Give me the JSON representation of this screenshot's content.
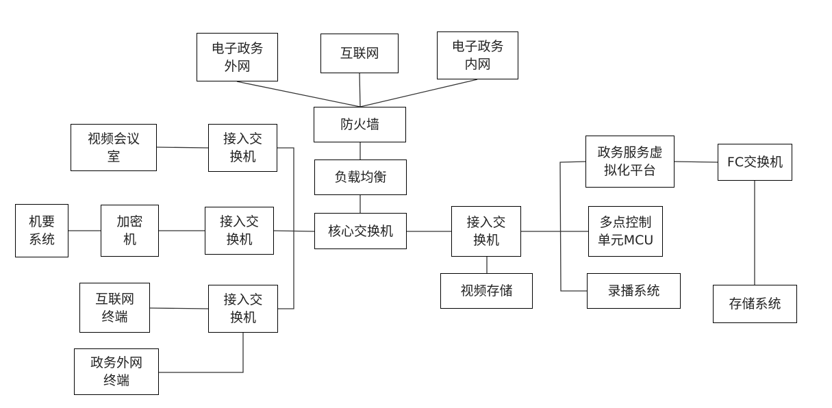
{
  "diagram": {
    "type": "network-topology",
    "nodes": {
      "gov_extranet": "电子政务\n外网",
      "internet": "互联网",
      "gov_intranet": "电子政务\n内网",
      "firewall": "防火墙",
      "load_balancer": "负载均衡",
      "core_switch": "核心交换机",
      "video_conf_room": "视频会议\n室",
      "access_switch_1": "接入交\n换机",
      "confidential_system": "机要\n系统",
      "encryptor": "加密\n机",
      "access_switch_2": "接入交\n换机",
      "internet_terminal": "互联网\n终端",
      "access_switch_3": "接入交\n换机",
      "extranet_terminal": "政务外网\n终端",
      "access_switch_right": "接入交\n换机",
      "video_storage": "视频存储",
      "virtualization_platform": "政务服务虚\n拟化平台",
      "mcu": "多点控制\n单元MCU",
      "recording_system": "录播系统",
      "fc_switch": "FC交换机",
      "storage_system": "存储系统"
    },
    "edges": [
      [
        "gov_extranet",
        "firewall"
      ],
      [
        "internet",
        "firewall"
      ],
      [
        "gov_intranet",
        "firewall"
      ],
      [
        "firewall",
        "load_balancer"
      ],
      [
        "load_balancer",
        "core_switch"
      ],
      [
        "video_conf_room",
        "access_switch_1"
      ],
      [
        "confidential_system",
        "encryptor"
      ],
      [
        "encryptor",
        "access_switch_2"
      ],
      [
        "internet_terminal",
        "access_switch_3"
      ],
      [
        "extranet_terminal",
        "access_switch_3"
      ],
      [
        "access_switch_1",
        "core_switch"
      ],
      [
        "access_switch_2",
        "core_switch"
      ],
      [
        "access_switch_3",
        "core_switch"
      ],
      [
        "core_switch",
        "access_switch_right"
      ],
      [
        "access_switch_right",
        "video_storage"
      ],
      [
        "access_switch_right",
        "virtualization_platform"
      ],
      [
        "access_switch_right",
        "mcu"
      ],
      [
        "access_switch_right",
        "recording_system"
      ],
      [
        "virtualization_platform",
        "fc_switch"
      ],
      [
        "fc_switch",
        "storage_system"
      ]
    ]
  }
}
